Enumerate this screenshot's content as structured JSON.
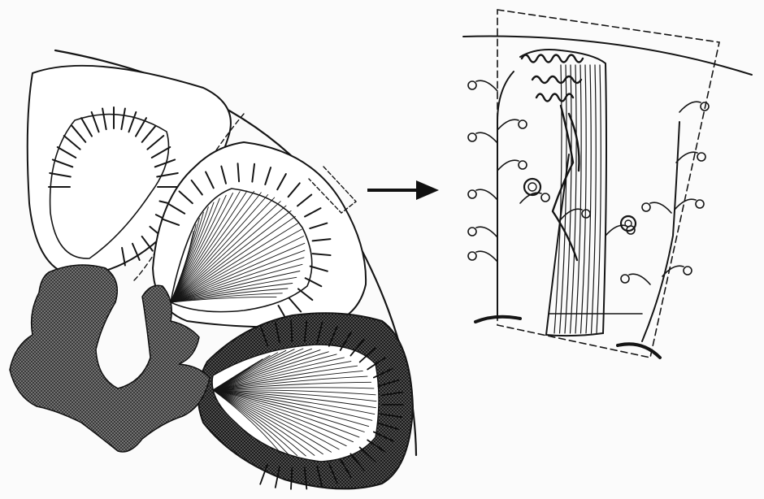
{
  "figure": {
    "colors": {
      "background": "#fbfbfb",
      "ink": "#151515",
      "stipple_fill": "#2a2a2a",
      "stipple_dots": "#8a8a8a",
      "light_fill": "#ffffff"
    },
    "parts": {
      "left_panel": [
        "upper-lobe",
        "middle-lobe",
        "lower-lobe-shaded",
        "hilum-mass",
        "outer-capsule-arc",
        "biopsy-box"
      ],
      "arrow": "arrow-right",
      "right_panel": [
        "enlarged-column",
        "left-tubule",
        "right-tubule",
        "coiled-vessels",
        "bundle-fibers",
        "loop-branches"
      ]
    }
  }
}
